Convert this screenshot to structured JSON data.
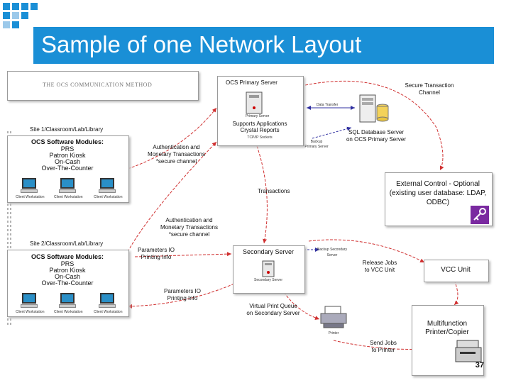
{
  "title": "Sample of one Network Layout",
  "logo_text": "THE OCS COMMUNICATION METHOD",
  "page_number": "37",
  "colors": {
    "title_bar": "#1a8fd6",
    "arrow": "#d03030",
    "dashed_arrow": "#3030a0",
    "key_icon": "#7a2aa0"
  },
  "primary_server": {
    "title": "OCS Primary Server",
    "caption": "Primary Server",
    "line1": "Supports Applications",
    "line2": "Crystal Reports",
    "line3": "TCP/IP Sockets"
  },
  "data_transfer": "Data Transfer",
  "backup": {
    "line1": "Backup",
    "line2": "Primary Server"
  },
  "sql": {
    "line1": "SQL Database Server",
    "line2": "on OCS Primary Server"
  },
  "secure_channel": {
    "line1": "Secure Transaction",
    "line2": "Channel"
  },
  "site1": {
    "label": "Site 1/Classroom/Lab/Library",
    "modules_title": "OCS Software Modules:",
    "modules": [
      "PRS",
      "Patron Kiosk",
      "On-Cash",
      "Over-The-Counter"
    ],
    "pc_labels": [
      "Client Workstation",
      "Client Workstation",
      "Client Workstation"
    ]
  },
  "site2": {
    "label": "Site 2/Classroom/Lab/Library",
    "modules_title": "OCS Software Modules:",
    "modules": [
      "PRS",
      "Patron Kiosk",
      "On-Cash",
      "Over-The-Counter"
    ],
    "pc_labels": [
      "Client Workstation",
      "Client Workstation",
      "Client Workstation"
    ]
  },
  "auth1": {
    "line1": "Authentication and",
    "line2": "Monetary Transactions",
    "line3": "*secure channel"
  },
  "transactions": "Transactions",
  "auth2": {
    "line1": "Authentication and",
    "line2": "Monetary Transactions",
    "line3": "*secure channel"
  },
  "external": {
    "line1": "External Control - Optional",
    "line2": "(existing user database: LDAP,",
    "line3": "ODBC)"
  },
  "params1": {
    "line1": "Parameters IO",
    "line2": "Printing Info"
  },
  "secondary_server": {
    "title": "Secondary Server",
    "caption": "Secondary Server"
  },
  "backup_secondary": {
    "line1": "Backup Secondary",
    "line2": "Server"
  },
  "release_jobs": {
    "line1": "Release Jobs",
    "line2": "to VCC Unit"
  },
  "vcc": "VCC Unit",
  "params2": {
    "line1": "Parameters IO",
    "line2": "Printing Info"
  },
  "virtual_queue": {
    "line1": "Virtual Print Queue",
    "line2": "on Secondary Server"
  },
  "printer_caption": "Printer",
  "multifunction": {
    "line1": "Multifunction",
    "line2": "Printer/Copier"
  },
  "send_jobs": {
    "line1": "Send Jobs",
    "line2": "to Printer"
  }
}
